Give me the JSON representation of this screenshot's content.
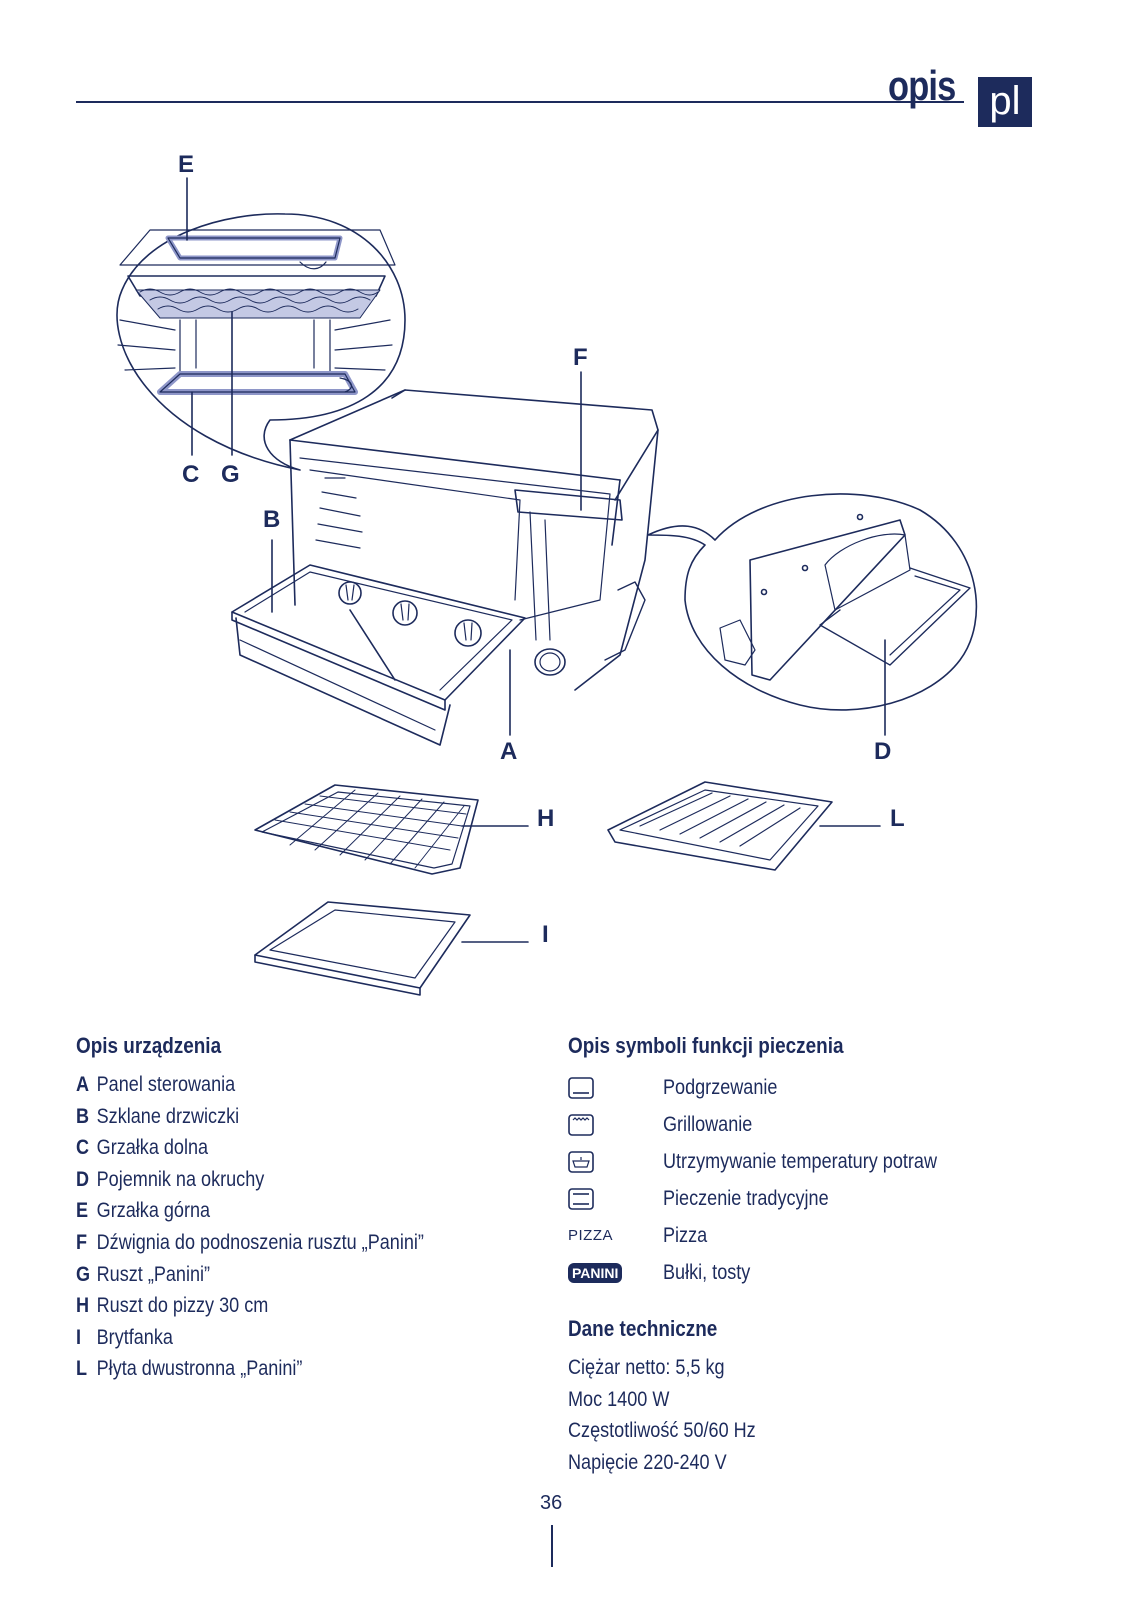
{
  "header": {
    "title": "opis",
    "lang": "pl"
  },
  "labels": {
    "E": "E",
    "F": "F",
    "C": "C",
    "G": "G",
    "B": "B",
    "A": "A",
    "D": "D",
    "H": "H",
    "L": "L",
    "I": "I"
  },
  "parts": {
    "title": "Opis urządzenia",
    "items": [
      {
        "code": "A",
        "text": "Panel sterowania"
      },
      {
        "code": "B",
        "text": "Szklane drzwiczki"
      },
      {
        "code": "C",
        "text": "Grzałka dolna"
      },
      {
        "code": "D",
        "text": "Pojemnik na okruchy"
      },
      {
        "code": "E",
        "text": "Grzałka górna"
      },
      {
        "code": "F",
        "text": "Dźwignia do podnoszenia rusztu „Panini”"
      },
      {
        "code": "G",
        "text": "Ruszt „Panini”"
      },
      {
        "code": "H",
        "text": "Ruszt do pizzy 30 cm"
      },
      {
        "code": "I",
        "text": "Brytfanka"
      },
      {
        "code": "L",
        "text": "Płyta dwustronna „Panini”"
      }
    ]
  },
  "symbols": {
    "title": "Opis symboli funkcji pieczenia",
    "items": [
      {
        "icon": "bottom-heat-icon",
        "text": "Podgrzewanie"
      },
      {
        "icon": "top-grill-icon",
        "text": "Grillowanie"
      },
      {
        "icon": "keep-warm-icon",
        "text": "Utrzymywanie temperatury potraw"
      },
      {
        "icon": "top-bottom-heat-icon",
        "text": "Pieczenie tradycyjne"
      },
      {
        "icon_text": "PIZZA",
        "text": "Pizza"
      },
      {
        "icon_text": "PANINI",
        "text": "Bułki, tosty"
      }
    ]
  },
  "tech": {
    "title": "Dane techniczne",
    "lines": [
      "Ciężar netto: 5,5 kg",
      "Moc 1400 W",
      "Częstotliwość 50/60 Hz",
      "Napięcie 220-240 V"
    ]
  },
  "page_number": "36",
  "colors": {
    "ink": "#1d2b5c",
    "element_fill": "#8e96c8"
  }
}
